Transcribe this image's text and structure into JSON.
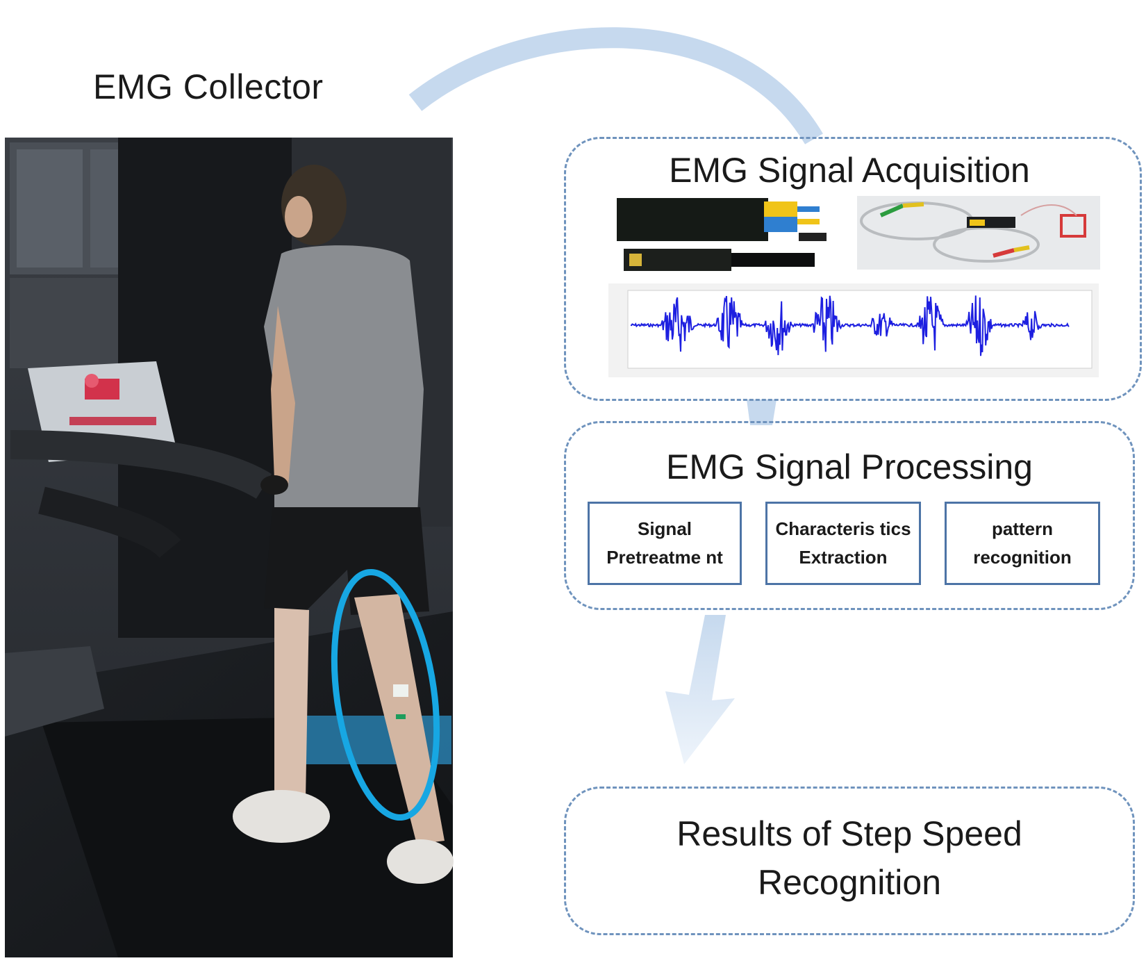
{
  "collector": {
    "title": "EMG Collector"
  },
  "acquisition": {
    "title": "EMG Signal Acquisition"
  },
  "processing": {
    "title": "EMG Signal Processing",
    "steps": [
      {
        "label": "Signal Pretreatme nt"
      },
      {
        "label": "Characteris tics Extraction"
      },
      {
        "label": "pattern recognition"
      }
    ]
  },
  "result": {
    "title": "Results of Step Speed\nRecognition"
  },
  "colors": {
    "flow_arrow": "#c6d9ee",
    "panel_border": "#6f93bd",
    "step_border": "#4d74a6",
    "highlight_ellipse": "#17a7e3",
    "signal": "#1d1fe0"
  }
}
